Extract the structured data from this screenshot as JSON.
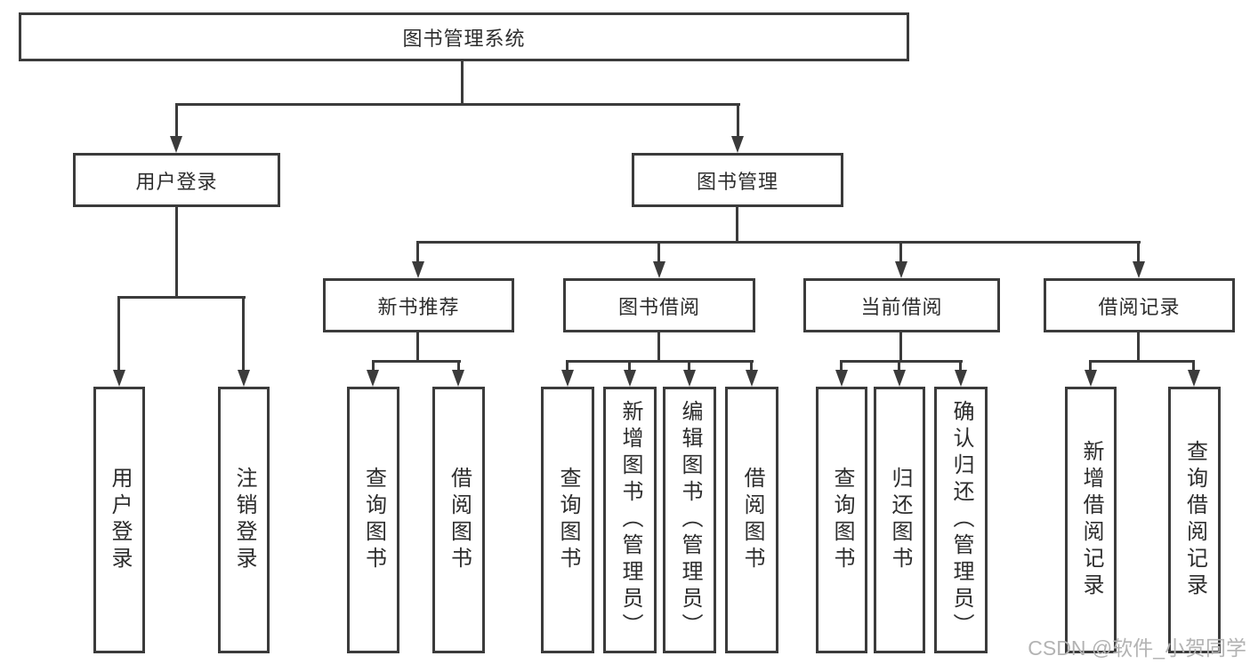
{
  "diagram_title": "图书管理系统",
  "tree": {
    "label": "图书管理系统",
    "children": [
      {
        "label": "用户登录",
        "children": [
          {
            "label": "用户登录"
          },
          {
            "label": "注销登录"
          }
        ]
      },
      {
        "label": "图书管理",
        "children": [
          {
            "label": "新书推荐",
            "children": [
              {
                "label": "查询图书"
              },
              {
                "label": "借阅图书"
              }
            ]
          },
          {
            "label": "图书借阅",
            "children": [
              {
                "label": "查询图书"
              },
              {
                "label": "新增图书（管理员）"
              },
              {
                "label": "编辑图书（管理员）"
              },
              {
                "label": "借阅图书"
              }
            ]
          },
          {
            "label": "当前借阅",
            "children": [
              {
                "label": "查询图书"
              },
              {
                "label": "归还图书"
              },
              {
                "label": "确认归还（管理员）"
              }
            ]
          },
          {
            "label": "借阅记录",
            "children": [
              {
                "label": "新增借阅记录"
              },
              {
                "label": "查询借阅记录"
              }
            ]
          }
        ]
      }
    ]
  },
  "watermark": "CSDN @软件_小贺同学",
  "colors": {
    "line": "#3b3b3b",
    "text": "#2d2d2d",
    "watermark": "#b3b3b3",
    "background": "#ffffff"
  }
}
